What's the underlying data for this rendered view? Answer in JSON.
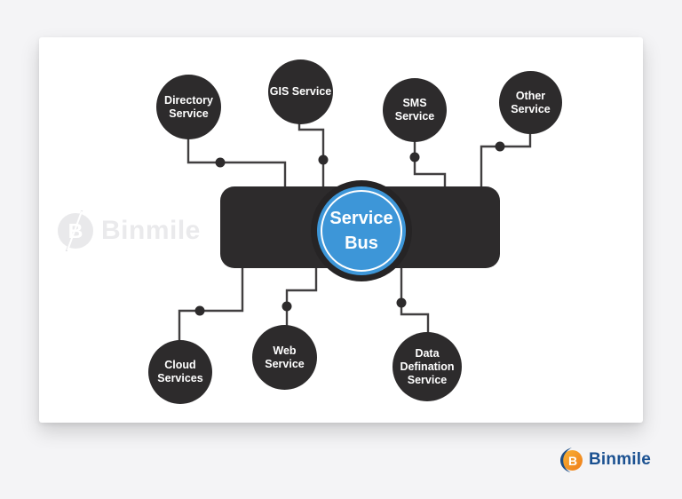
{
  "diagram": {
    "bus": {
      "label": "Service Bus"
    },
    "nodes": [
      {
        "id": "directory-service",
        "label": "Directory Service"
      },
      {
        "id": "gis-service",
        "label": "GIS Service"
      },
      {
        "id": "sms-service",
        "label": "SMS Service"
      },
      {
        "id": "other-service",
        "label": "Other Service"
      },
      {
        "id": "cloud-services",
        "label": "Cloud Services"
      },
      {
        "id": "web-service",
        "label": "Web Service"
      },
      {
        "id": "data-defination-service",
        "label": "Data Defination Service"
      }
    ],
    "colors": {
      "node_fill": "#2d2b2c",
      "bus_fill": "#2d2b2c",
      "bus_circle_fill": "#3d96d8",
      "connector_line": "#413f40",
      "label_text": "#ffffff"
    }
  },
  "watermark": {
    "text": "Binmile"
  },
  "footer": {
    "brand": "Binmile",
    "brand_color": "#1b5191",
    "icon_orange": "#f19422",
    "icon_blue": "#1d4e86"
  }
}
